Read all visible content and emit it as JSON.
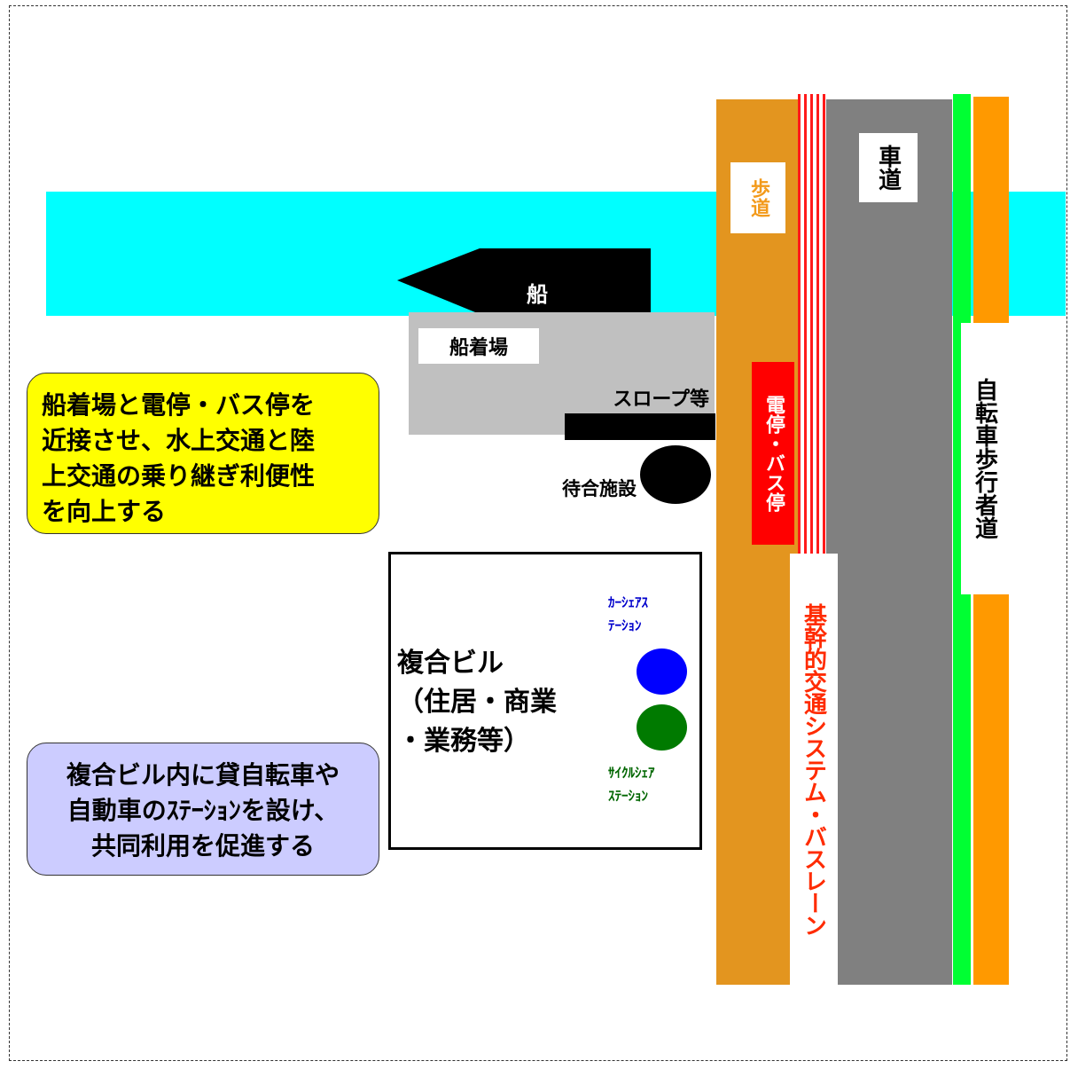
{
  "colors": {
    "water": "#00ffff",
    "pier": "#c0c0c0",
    "sidewalk": "#e3951f",
    "bus_stop": "#ff0000",
    "roadway": "#808080",
    "green_strip": "#00ff33",
    "outer_sidewalk": "#ff9900",
    "callout_yellow": "#ffff00",
    "callout_purple": "#ccccff",
    "car_share": "#0000ff",
    "cycle_share": "#007a00"
  },
  "labels": {
    "ship": "船",
    "pier": "船着場",
    "slope": "スロープ等",
    "waiting": "待合施設",
    "sidewalk": "歩道",
    "stop": "電停・バス停",
    "trunk": "基幹的交通システム・バスレーン",
    "roadway": "車道",
    "cycle_path": "自転車歩行者道"
  },
  "callouts": {
    "yellow": [
      "船着場と電停・バス停を",
      "近接させ、水上交通と陸",
      "上交通の乗り継ぎ利便性",
      "を向上する"
    ],
    "purple": [
      "複合ビル内に貸自転車や",
      "自動車のｽﾃｰｼｮﾝを設け、",
      "共同利用を促進する"
    ]
  },
  "complex": {
    "name": [
      "複合ビル",
      "（住居・商業",
      "・業務等）"
    ],
    "car_station": [
      "ｶｰｼｪｱｽ",
      "ﾃｰｼｮﾝ"
    ],
    "cycle_station": [
      "ｻｲｸﾙｼｪｱ",
      "ｽﾃｰｼｮﾝ"
    ]
  }
}
